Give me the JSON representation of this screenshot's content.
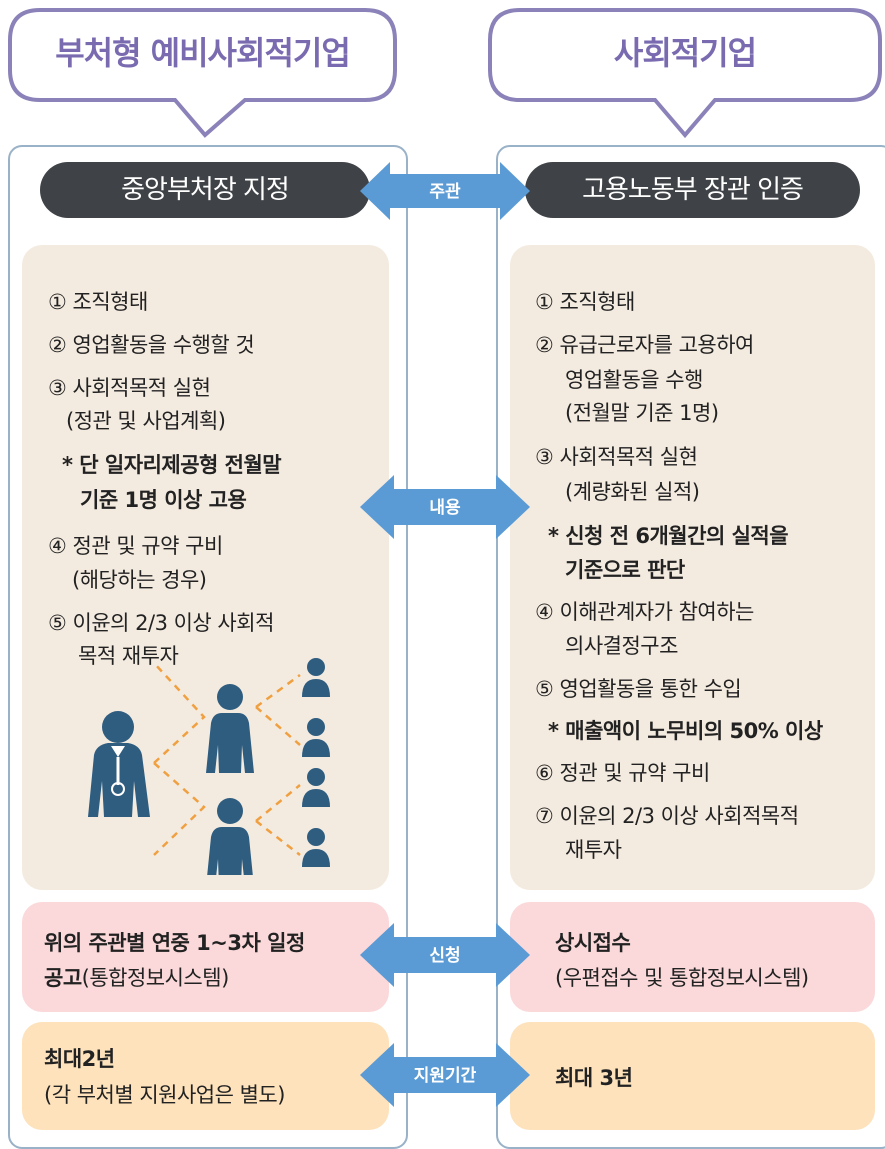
{
  "left": {
    "title": "부처형 예비사회적기업",
    "header": "중앙부처장 지정",
    "items": [
      "① 조직형태",
      "② 영업활동을 수행할 것",
      "③ 사회적목적 실현",
      "(정관 및 사업계획)",
      "* 단 일자리제공형 전월말",
      "기준 1명 이상 고용",
      "④ 정관 및 규약 구비",
      "(해당하는 경우)",
      "⑤ 이윤의 2/3 이상 사회적",
      "목적 재투자"
    ],
    "apply_bold": "위의 주관별 연중 1~3차 일정",
    "apply_line2_bold": "공고",
    "apply_line2_rest": "(통합정보시스템)",
    "period_bold": "최대2년",
    "period_line2": "(각 부처별 지원사업은 별도)"
  },
  "right": {
    "title": "사회적기업",
    "header": "고용노동부 장관 인증",
    "items": [
      "① 조직형태",
      "② 유급근로자를 고용하여",
      "영업활동을 수행",
      "(전월말 기준 1명)",
      "③ 사회적목적 실현",
      "(계량화된 실적)",
      "* 신청 전 6개월간의 실적을",
      "기준으로 판단",
      "④ 이해관계자가 참여하는",
      "의사결정구조",
      "⑤ 영업활동을 통한 수입",
      "* 매출액이 노무비의 50% 이상",
      "⑥ 정관 및 규약 구비",
      "⑦ 이윤의 2/3 이상 사회적목적",
      "재투자"
    ],
    "apply_bold": "상시접수",
    "apply_line2": "(우편접수 및 통합정보시스템)",
    "period_bold": "최대 3년"
  },
  "arrows": {
    "organizer": "주관",
    "content": "내용",
    "application": "신청",
    "period": "지원기간"
  },
  "colors": {
    "title_purple": "#7a6bb0",
    "arrow_blue": "#5b9bd5",
    "person_blue": "#2f5d80",
    "dash_orange": "#f0a040"
  }
}
